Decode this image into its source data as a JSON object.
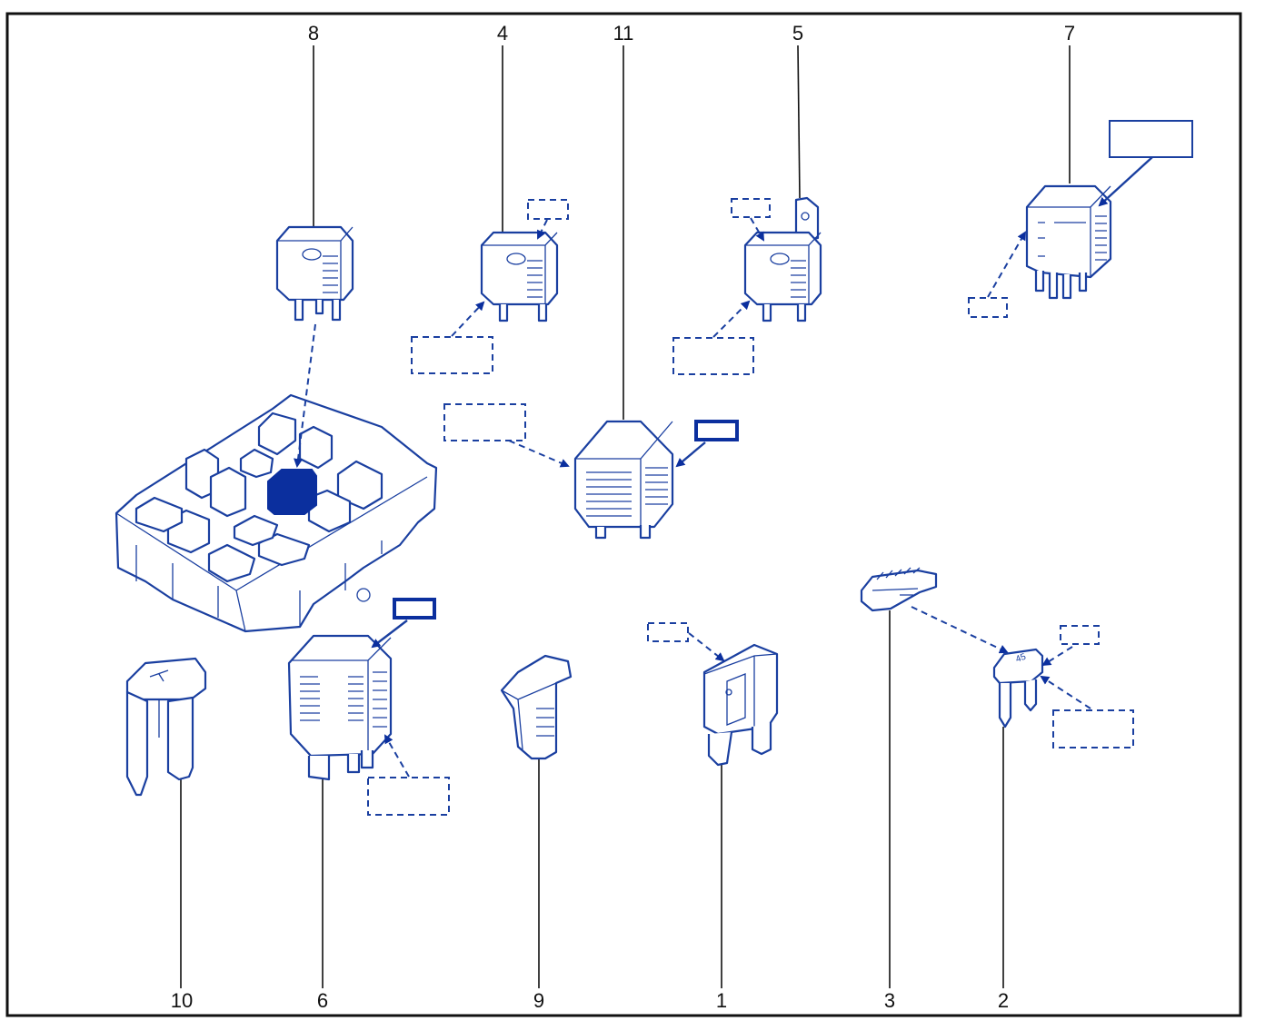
{
  "callout_numbers": {
    "n1": "1",
    "n2": "2",
    "n3": "3",
    "n4": "4",
    "n5": "5",
    "n6": "6",
    "n7": "7",
    "n8": "8",
    "n9": "9",
    "n10": "10",
    "n11": "11"
  },
  "fuse_marking": "45",
  "colors": {
    "line": "#1a3fa0",
    "accent": "#0b2f9e",
    "frame": "#111111",
    "background": "#ffffff"
  }
}
